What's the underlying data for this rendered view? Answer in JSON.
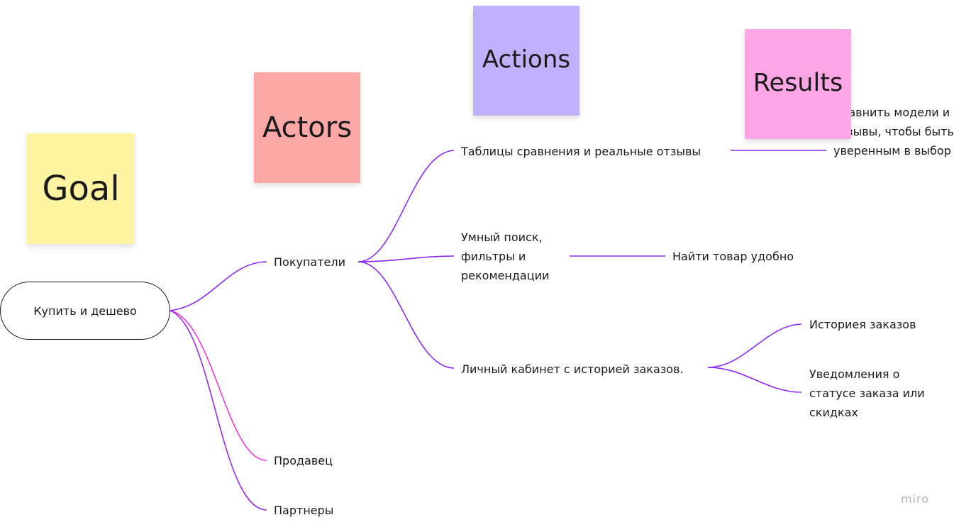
{
  "stickies": {
    "goal": {
      "label": "Goal",
      "color": "#fdf3a0"
    },
    "actors": {
      "label": "Actors",
      "color": "#fba8a6"
    },
    "actions": {
      "label": "Actions",
      "color": "#bfb0fb"
    },
    "results": {
      "label": "Results",
      "color": "#fda6e6"
    }
  },
  "mindmap": {
    "root": "Купить и дешево",
    "actors": {
      "buyers": "Покупатели",
      "seller": "Продавец",
      "partners": "Партнеры"
    },
    "actions": {
      "compare": "Таблицы сравнения и реальные отзывы",
      "search": "Умный поиск, фильтры и рекомендации",
      "cabinet": "Личный кабинет с историей заказов."
    },
    "results": {
      "compare": "Сравнить модели и отзывы, чтобы быть уверенным в выбор",
      "find": "Найти товар удобно",
      "history": "Историея заказов",
      "notify": "Уведомления о статусе заказа или скидках"
    },
    "branch_colors": {
      "buyers": "#8c2af3",
      "seller": "#e83ad3",
      "partners": "#9a2ce0"
    }
  },
  "watermark": "miro"
}
